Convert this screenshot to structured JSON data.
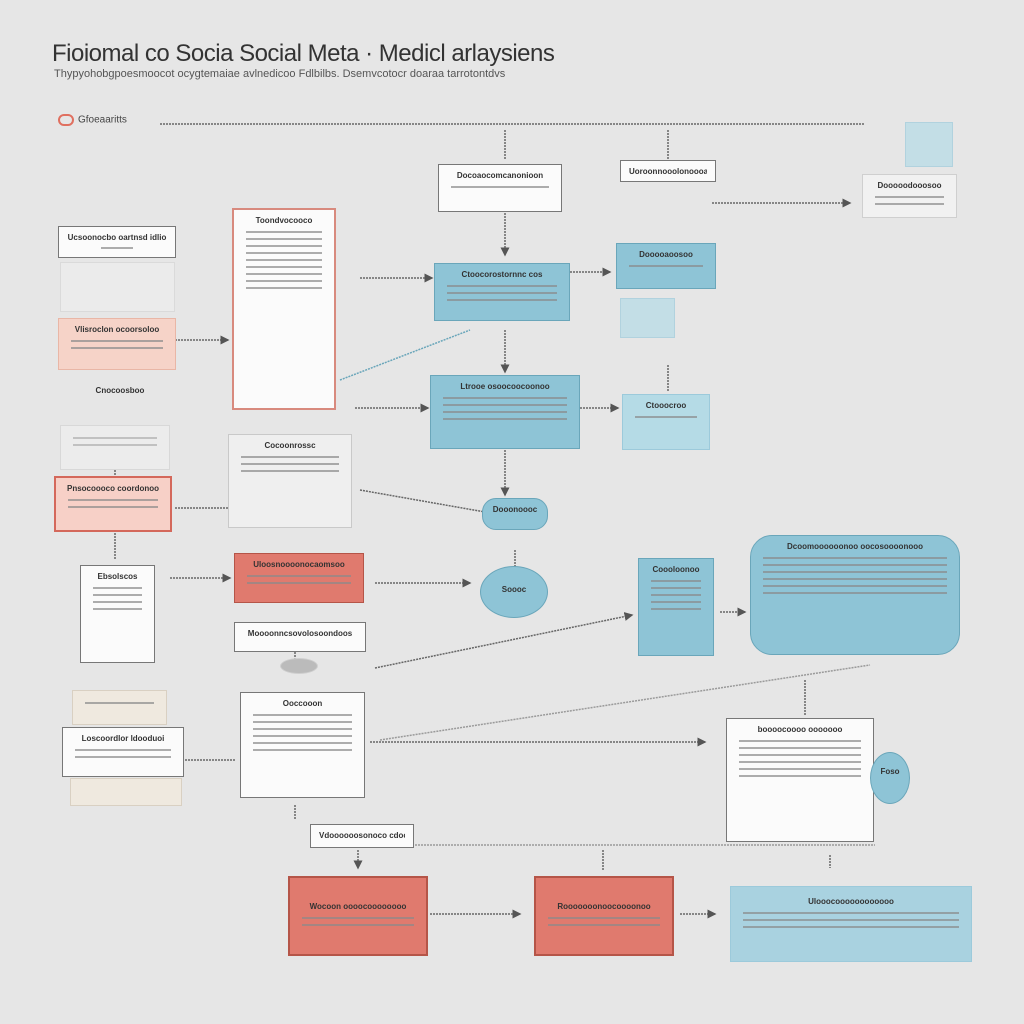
{
  "header": {
    "title": "Fioiomal co Socia Social Meta · Medicl arlaysiens",
    "subtitle": "Thypyohobgpoesmoocot ocygtemaiae avlnedicoo Fdlbilbs. Dsemvcotocr doaraa tarrotontdvs",
    "legend_label": "Gfoeaaritts"
  },
  "colors": {
    "background": "#e6e6e6",
    "blue_node": "#8ec4d6",
    "red_node": "#e07a6e",
    "white_node": "#fbfbfb",
    "connector": "#555555"
  },
  "nodes": {
    "left_top_box": "Ucsoonocbo oartnsd idlio",
    "left_peach_box": "Vlisroclon ocoorsoloo",
    "left_small_label": "Cnocoosboo",
    "left_red_box": "Pnsocoooco coordonoo",
    "left_doc_box": "Ebsolscos",
    "left_mid_box": "Loscoordlor ldooduoi",
    "stack_col_top": "Toondvocooco",
    "stack_col_mid": "Cocoonrossc",
    "top_center_box": "Docoaocomcanonioon",
    "top_right_label": "Uoroonnooolonoooao",
    "right_panel": "Dooooodooosoo",
    "blue_center_1": "Ctoocorostornnc cos",
    "blue_center_2": "Ltrooe osoocoocoonoo",
    "blue_right_1": "Dooooaoosoo",
    "blue_right_2": "Ctooocroo",
    "blue_bubble": "Dooonoooc",
    "blue_cloud": "Soooc",
    "red_mid_box": "Uloosnoooonocaomsoo",
    "white_mid_box": "Moooonncsovolosoondoos",
    "blue_doc": "Coooloonoo",
    "big_blue_panel": "Dcoomoooooonoo oocosoooonooo",
    "white_stack_box": "Ooccooon",
    "white_label": "Vdoooooosonoco cdoonoo",
    "white_right_box": "boooocoooo ooooooo",
    "blue_small_bubble": "Foso",
    "red_bottom_1": "Wocoon oooocoooooooo",
    "red_bottom_2": "Rooooooonoocoooonoo",
    "blue_bottom": "Ulooocoooooooooooo"
  }
}
